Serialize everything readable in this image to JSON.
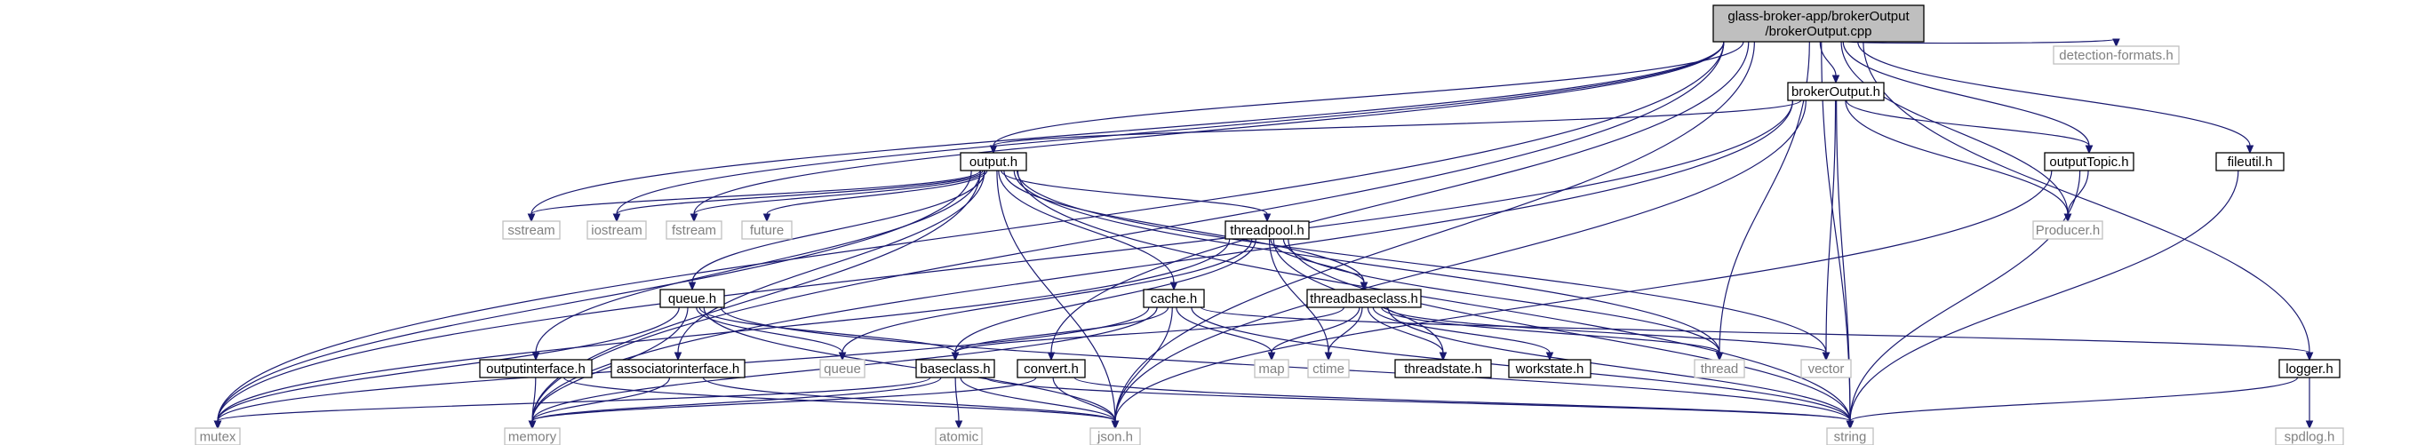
{
  "diagram": {
    "type": "include-dependency-graph",
    "colors": {
      "edge": "#191970",
      "root_fill": "#bfbfbf",
      "file_border": "#000000",
      "ext_border": "#bfbfbf",
      "ext_text": "#808080"
    },
    "nodes": [
      {
        "id": "root",
        "kind": "root",
        "lines": [
          "glass-broker-app/brokerOutput",
          "/brokerOutput.cpp"
        ]
      },
      {
        "id": "detection_formats_h",
        "kind": "ext",
        "lines": [
          "detection-formats.h"
        ]
      },
      {
        "id": "brokerOutput_h",
        "kind": "file",
        "lines": [
          "brokerOutput.h"
        ]
      },
      {
        "id": "outputTopic_h",
        "kind": "file",
        "lines": [
          "outputTopic.h"
        ]
      },
      {
        "id": "fileutil_h",
        "kind": "file",
        "lines": [
          "fileutil.h"
        ]
      },
      {
        "id": "output_h",
        "kind": "file",
        "lines": [
          "output.h"
        ]
      },
      {
        "id": "producer_h",
        "kind": "ext",
        "lines": [
          "Producer.h"
        ]
      },
      {
        "id": "sstream",
        "kind": "ext",
        "lines": [
          "sstream"
        ]
      },
      {
        "id": "iostream",
        "kind": "ext",
        "lines": [
          "iostream"
        ]
      },
      {
        "id": "fstream",
        "kind": "ext",
        "lines": [
          "fstream"
        ]
      },
      {
        "id": "future",
        "kind": "ext",
        "lines": [
          "future"
        ]
      },
      {
        "id": "threadpool_h",
        "kind": "file",
        "lines": [
          "threadpool.h"
        ]
      },
      {
        "id": "queue_h",
        "kind": "file",
        "lines": [
          "queue.h"
        ]
      },
      {
        "id": "cache_h",
        "kind": "file",
        "lines": [
          "cache.h"
        ]
      },
      {
        "id": "threadbaseclass_h",
        "kind": "file",
        "lines": [
          "threadbaseclass.h"
        ]
      },
      {
        "id": "outputinterface_h",
        "kind": "file",
        "lines": [
          "outputinterface.h"
        ]
      },
      {
        "id": "associatorinterface_h",
        "kind": "file",
        "lines": [
          "associatorinterface.h"
        ]
      },
      {
        "id": "queue",
        "kind": "ext",
        "lines": [
          "queue"
        ]
      },
      {
        "id": "baseclass_h",
        "kind": "file",
        "lines": [
          "baseclass.h"
        ]
      },
      {
        "id": "convert_h",
        "kind": "file",
        "lines": [
          "convert.h"
        ]
      },
      {
        "id": "map",
        "kind": "ext",
        "lines": [
          "map"
        ]
      },
      {
        "id": "ctime",
        "kind": "ext",
        "lines": [
          "ctime"
        ]
      },
      {
        "id": "threadstate_h",
        "kind": "file",
        "lines": [
          "threadstate.h"
        ]
      },
      {
        "id": "workstate_h",
        "kind": "file",
        "lines": [
          "workstate.h"
        ]
      },
      {
        "id": "thread",
        "kind": "ext",
        "lines": [
          "thread"
        ]
      },
      {
        "id": "vector",
        "kind": "ext",
        "lines": [
          "vector"
        ]
      },
      {
        "id": "logger_h",
        "kind": "file",
        "lines": [
          "logger.h"
        ]
      },
      {
        "id": "mutex",
        "kind": "ext",
        "lines": [
          "mutex"
        ]
      },
      {
        "id": "memory",
        "kind": "ext",
        "lines": [
          "memory"
        ]
      },
      {
        "id": "atomic",
        "kind": "ext",
        "lines": [
          "atomic"
        ]
      },
      {
        "id": "json_h",
        "kind": "ext",
        "lines": [
          "json.h"
        ]
      },
      {
        "id": "string",
        "kind": "ext",
        "lines": [
          "string"
        ]
      },
      {
        "id": "spdlog_h",
        "kind": "ext",
        "lines": [
          "spdlog.h"
        ]
      }
    ],
    "edges": [
      [
        "root",
        "detection_formats_h"
      ],
      [
        "root",
        "brokerOutput_h"
      ],
      [
        "root",
        "outputTopic_h"
      ],
      [
        "root",
        "fileutil_h"
      ],
      [
        "root",
        "output_h"
      ],
      [
        "root",
        "producer_h"
      ],
      [
        "root",
        "logger_h"
      ],
      [
        "root",
        "sstream"
      ],
      [
        "root",
        "iostream"
      ],
      [
        "root",
        "fstream"
      ],
      [
        "root",
        "thread"
      ],
      [
        "root",
        "convert_h"
      ],
      [
        "root",
        "mutex"
      ],
      [
        "root",
        "memory"
      ],
      [
        "root",
        "json_h"
      ],
      [
        "root",
        "string"
      ],
      [
        "brokerOutput_h",
        "output_h"
      ],
      [
        "brokerOutput_h",
        "outputTopic_h"
      ],
      [
        "brokerOutput_h",
        "producer_h"
      ],
      [
        "brokerOutput_h",
        "vector"
      ],
      [
        "brokerOutput_h",
        "memory"
      ],
      [
        "brokerOutput_h",
        "mutex"
      ],
      [
        "brokerOutput_h",
        "json_h"
      ],
      [
        "brokerOutput_h",
        "string"
      ],
      [
        "outputTopic_h",
        "producer_h"
      ],
      [
        "outputTopic_h",
        "json_h"
      ],
      [
        "outputTopic_h",
        "string"
      ],
      [
        "fileutil_h",
        "string"
      ],
      [
        "output_h",
        "sstream"
      ],
      [
        "output_h",
        "iostream"
      ],
      [
        "output_h",
        "fstream"
      ],
      [
        "output_h",
        "future"
      ],
      [
        "output_h",
        "threadpool_h"
      ],
      [
        "output_h",
        "queue_h"
      ],
      [
        "output_h",
        "cache_h"
      ],
      [
        "output_h",
        "threadbaseclass_h"
      ],
      [
        "output_h",
        "outputinterface_h"
      ],
      [
        "output_h",
        "associatorinterface_h"
      ],
      [
        "output_h",
        "thread"
      ],
      [
        "output_h",
        "vector"
      ],
      [
        "output_h",
        "mutex"
      ],
      [
        "output_h",
        "memory"
      ],
      [
        "output_h",
        "json_h"
      ],
      [
        "output_h",
        "string"
      ],
      [
        "threadpool_h",
        "threadbaseclass_h"
      ],
      [
        "threadpool_h",
        "baseclass_h"
      ],
      [
        "threadpool_h",
        "queue"
      ],
      [
        "threadpool_h",
        "ctime"
      ],
      [
        "threadpool_h",
        "threadstate_h"
      ],
      [
        "threadpool_h",
        "thread"
      ],
      [
        "threadpool_h",
        "mutex"
      ],
      [
        "threadpool_h",
        "string"
      ],
      [
        "queue_h",
        "queue"
      ],
      [
        "queue_h",
        "baseclass_h"
      ],
      [
        "queue_h",
        "mutex"
      ],
      [
        "queue_h",
        "memory"
      ],
      [
        "queue_h",
        "json_h"
      ],
      [
        "queue_h",
        "string"
      ],
      [
        "cache_h",
        "baseclass_h"
      ],
      [
        "cache_h",
        "map"
      ],
      [
        "cache_h",
        "logger_h"
      ],
      [
        "cache_h",
        "mutex"
      ],
      [
        "cache_h",
        "memory"
      ],
      [
        "cache_h",
        "json_h"
      ],
      [
        "cache_h",
        "string"
      ],
      [
        "threadbaseclass_h",
        "baseclass_h"
      ],
      [
        "threadbaseclass_h",
        "map"
      ],
      [
        "threadbaseclass_h",
        "ctime"
      ],
      [
        "threadbaseclass_h",
        "threadstate_h"
      ],
      [
        "threadbaseclass_h",
        "workstate_h"
      ],
      [
        "threadbaseclass_h",
        "thread"
      ],
      [
        "threadbaseclass_h",
        "vector"
      ],
      [
        "threadbaseclass_h",
        "string"
      ],
      [
        "outputinterface_h",
        "memory"
      ],
      [
        "outputinterface_h",
        "json_h"
      ],
      [
        "associatorinterface_h",
        "memory"
      ],
      [
        "associatorinterface_h",
        "json_h"
      ],
      [
        "baseclass_h",
        "mutex"
      ],
      [
        "baseclass_h",
        "memory"
      ],
      [
        "baseclass_h",
        "atomic"
      ],
      [
        "baseclass_h",
        "json_h"
      ],
      [
        "baseclass_h",
        "string"
      ],
      [
        "convert_h",
        "memory"
      ],
      [
        "convert_h",
        "json_h"
      ],
      [
        "convert_h",
        "string"
      ],
      [
        "logger_h",
        "spdlog_h"
      ],
      [
        "logger_h",
        "string"
      ]
    ]
  }
}
